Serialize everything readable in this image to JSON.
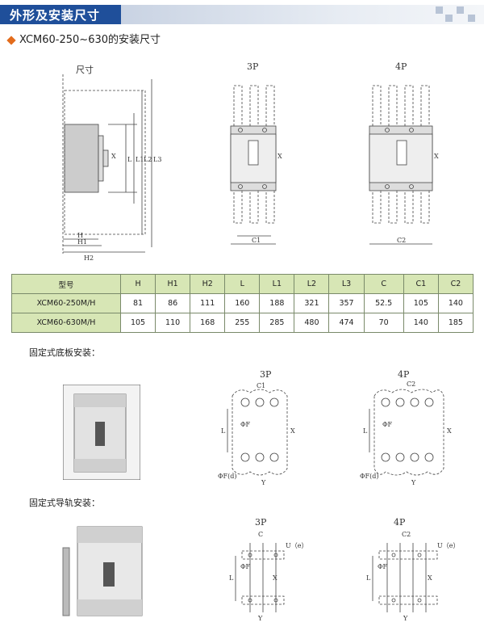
{
  "header": {
    "title": "外形及安装尺寸"
  },
  "subtitle": "XCM60-250~630的安装尺寸",
  "diagram_labels": {
    "size": "尺寸",
    "p3": "3P",
    "p4": "4P"
  },
  "dim_labels": {
    "x": "X",
    "y": "Y",
    "l": "L",
    "l1": "L1",
    "l2": "L2",
    "l3": "L3",
    "h": "H",
    "h1": "H1",
    "h2": "H2",
    "c": "C",
    "c1": "C1",
    "c2": "C2",
    "phi_f": "ΦF",
    "phi_f_d": "ΦF(d)",
    "u_e": "U（e）"
  },
  "table": {
    "headers": [
      "型号",
      "H",
      "H1",
      "H2",
      "L",
      "L1",
      "L2",
      "L3",
      "C",
      "C1",
      "C2"
    ],
    "rows": [
      [
        "XCM60-250M/H",
        "81",
        "86",
        "111",
        "160",
        "188",
        "321",
        "357",
        "52.5",
        "105",
        "140"
      ],
      [
        "XCM60-630M/H",
        "105",
        "110",
        "168",
        "255",
        "285",
        "480",
        "474",
        "70",
        "140",
        "185"
      ]
    ]
  },
  "sections": {
    "base_mount": "固定式底板安装：",
    "rail_mount": "固定式导轨安装："
  }
}
